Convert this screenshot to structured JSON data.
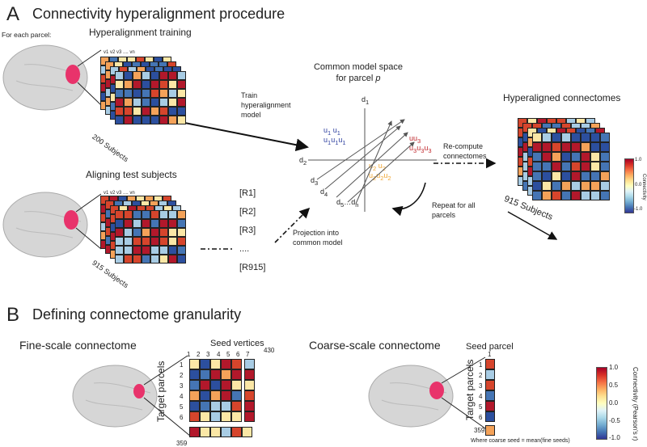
{
  "panel_a": {
    "letter": "A",
    "title": "Connectivity hyperalignment procedure",
    "for_each_parcel": "For each parcel:",
    "training_title": "Hyperalignment training",
    "training_subjects": "200 Subjects",
    "test_title": "Aligning test subjects",
    "test_subjects": "915 Subjects",
    "train_arrow_label_1": "Train",
    "train_arrow_label_2": "hyperalignment",
    "train_arrow_label_3": "model",
    "common_model_title_1": "Common model space",
    "common_model_title_2": "for parcel ",
    "common_model_title_var": "p",
    "axis_labels": [
      "d1",
      "d2",
      "d3",
      "d4",
      "d5…dn"
    ],
    "recompute_label_1": "Re-compute",
    "recompute_label_2": "connectomes",
    "hyperaligned_title": "Hyperaligned connectomes",
    "hyperaligned_subjects": "915 Subjects",
    "projection_label_1": "Projection into",
    "projection_label_2": "common model",
    "repeat_label_1": "Repeat for all",
    "repeat_label_2": "parcels",
    "rotations": [
      "[R1]",
      "[R2]",
      "[R3]",
      "....",
      "[R915]"
    ],
    "matrix_header": "v1 v2 v3  ....  vn",
    "small_colorbar_top": "1.0",
    "small_colorbar_mid": "0.0",
    "small_colorbar_bottom": "-1.0",
    "small_colorbar_label": "Connectivity"
  },
  "panel_b": {
    "letter": "B",
    "title": "Defining connectome granularity",
    "fine_title": "Fine-scale connectome",
    "coarse_title": "Coarse-scale connectome",
    "seed_vertices": "Seed vertices",
    "seed_parcel": "Seed parcel",
    "target_parcels": "Target parcels",
    "col_numbers": [
      "1",
      "2",
      "3",
      "4",
      "5",
      "6",
      "7"
    ],
    "col_last": "430",
    "row_numbers": [
      "1",
      "2",
      "3",
      "4",
      "5",
      "6"
    ],
    "row_last": "359",
    "dots": "....",
    "coarse_seed_number": "1",
    "footnote": "Where coarse seed = mean(fine seeds)",
    "colorbar_ticks": [
      "1.0",
      "0.5",
      "0.0",
      "-0.5",
      "-1.0"
    ],
    "colorbar_label": "Connectivity (Pearson's r)"
  },
  "colors": {
    "dark_red": "#b2182b",
    "red": "#d6452c",
    "orange": "#f4a259",
    "light_yellow": "#fbe7a6",
    "light_blue": "#a8cce4",
    "blue": "#4575b4",
    "dark_blue": "#2c4f9e",
    "brain_patch": "#e8336b",
    "brain_gray": "#d9d9d9"
  }
}
